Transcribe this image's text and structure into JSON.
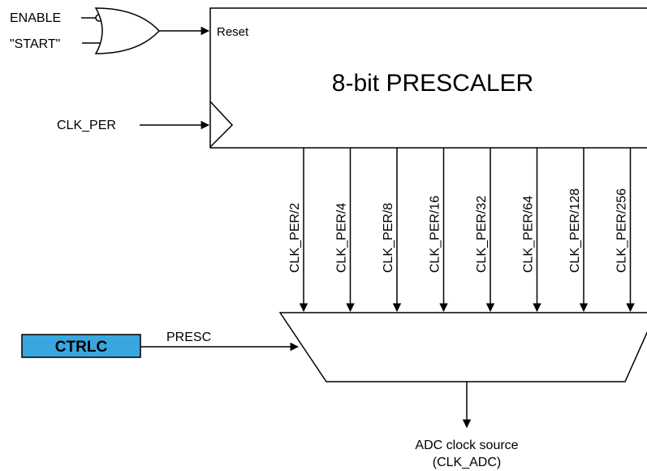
{
  "inputs": {
    "enable": "ENABLE",
    "start": "\"START\"",
    "clock": "CLK_PER"
  },
  "prescaler": {
    "title": "8-bit PRESCALER",
    "reset_label": "Reset"
  },
  "outputs": [
    "CLK_PER/2",
    "CLK_PER/4",
    "CLK_PER/8",
    "CLK_PER/16",
    "CLK_PER/32",
    "CLK_PER/64",
    "CLK_PER/128",
    "CLK_PER/256"
  ],
  "register": {
    "name": "CTRLC",
    "field": "PRESC",
    "fill_color": "#3aa6df"
  },
  "result": {
    "line1": "ADC clock source",
    "line2": "(CLK_ADC)"
  }
}
